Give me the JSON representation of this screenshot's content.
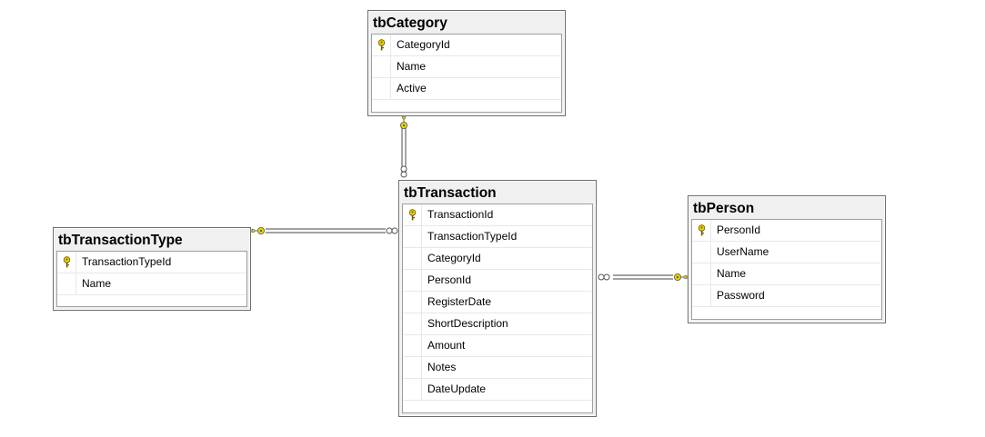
{
  "tables": {
    "category": {
      "name": "tbCategory",
      "pk": "CategoryId",
      "columns": [
        "Name",
        "Active"
      ]
    },
    "transaction": {
      "name": "tbTransaction",
      "pk": "TransactionId",
      "columns": [
        "TransactionTypeId",
        "CategoryId",
        "PersonId",
        "RegisterDate",
        "ShortDescription",
        "Amount",
        "Notes",
        "DateUpdate"
      ]
    },
    "transactionType": {
      "name": "tbTransactionType",
      "pk": "TransactionTypeId",
      "columns": [
        "Name"
      ]
    },
    "person": {
      "name": "tbPerson",
      "pk": "PersonId",
      "columns": [
        "UserName",
        "Name",
        "Password"
      ]
    }
  },
  "relationships": [
    {
      "from": "tbCategory.CategoryId",
      "to": "tbTransaction.CategoryId",
      "cardinality": "one-to-many"
    },
    {
      "from": "tbTransactionType.TransactionTypeId",
      "to": "tbTransaction.TransactionTypeId",
      "cardinality": "one-to-many"
    },
    {
      "from": "tbPerson.PersonId",
      "to": "tbTransaction.PersonId",
      "cardinality": "one-to-many"
    }
  ],
  "icons": {
    "primary_key": "key-icon",
    "one_end": "key-endpoint-icon",
    "many_end": "infinity-endpoint-icon"
  },
  "colors": {
    "key": "#e8d400",
    "connector": "#6a6a6a",
    "header_bg": "#f0f0f0"
  }
}
